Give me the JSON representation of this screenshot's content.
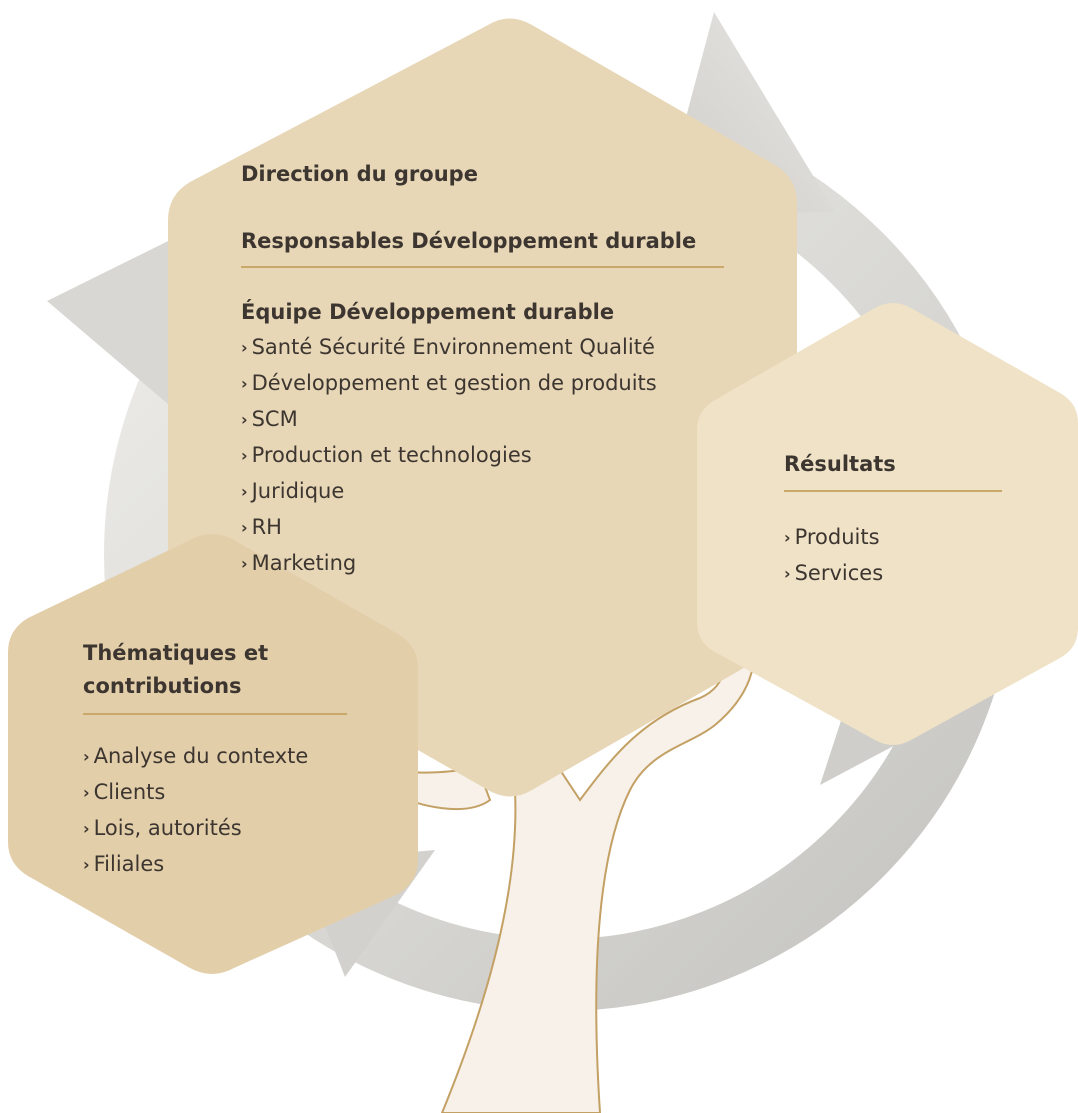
{
  "main": {
    "heading_direction": "Direction du groupe",
    "heading_responsables": "Responsables Développement durable",
    "heading_equipe": "Équipe Développement durable",
    "items": [
      "Santé Sécurité Environnement Qualité",
      "Développement et gestion de produits",
      "SCM",
      "Production et technologies",
      "Juridique",
      "RH",
      "Marketing"
    ]
  },
  "results": {
    "heading": "Résultats",
    "items": [
      "Produits",
      "Services"
    ]
  },
  "themes": {
    "heading_line1": "Thématiques et",
    "heading_line2": "contributions",
    "items": [
      "Analyse du contexte",
      "Clients",
      "Lois, autorités",
      "Filiales"
    ]
  },
  "bullet_glyph": "›",
  "colors": {
    "main_hexagon": "#e8d7b7",
    "results_hexagon": "#f0e2c7",
    "themes_hexagon": "#e3ceaa",
    "tree_fill": "#f7f1ea",
    "tree_stroke": "#c3a064",
    "rule": "#c9a86a",
    "cycle_arrow": "#dcdbd7",
    "text": "#3d3630"
  }
}
